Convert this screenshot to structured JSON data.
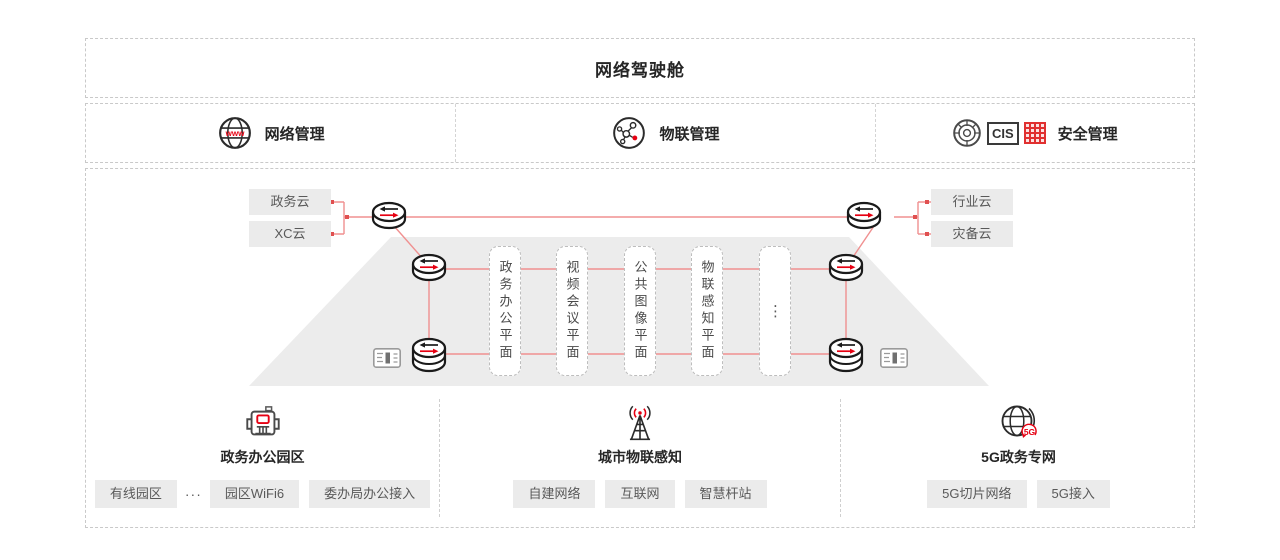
{
  "cockpit": {
    "title": "网络驾驶舱"
  },
  "management": {
    "items": [
      {
        "label": "网络管理",
        "icon_text": "www"
      },
      {
        "label": "物联管理"
      },
      {
        "label": "安全管理",
        "icon_text": "CIS"
      }
    ]
  },
  "diagram": {
    "left_clouds": [
      {
        "label": "政务云"
      },
      {
        "label": "XC云"
      }
    ],
    "right_clouds": [
      {
        "label": "行业云"
      },
      {
        "label": "灾备云"
      }
    ],
    "planes": [
      {
        "label": "政务办公平面"
      },
      {
        "label": "视频会议平面"
      },
      {
        "label": "公共图像平面"
      },
      {
        "label": "物联感知平面"
      },
      {
        "label": "⋮"
      }
    ]
  },
  "access": {
    "groups": [
      {
        "title": "政务办公园区",
        "separator": "···",
        "boxes": [
          "有线园区",
          "园区WiFi6",
          "委办局办公接入"
        ]
      },
      {
        "title": "城市物联感知",
        "boxes": [
          "自建网络",
          "互联网",
          "智慧杆站"
        ]
      },
      {
        "title": "5G政务专网",
        "icon_badge": "5G",
        "boxes": [
          "5G切片网络",
          "5G接入"
        ]
      }
    ]
  },
  "colors": {
    "accent_red": "#e60012",
    "line_red": "#f09090",
    "box_gray": "#ebebeb",
    "panel_gray": "#ececec",
    "border_dash": "#c9c9c9",
    "text_dark": "#262626",
    "text_gray": "#595959"
  }
}
